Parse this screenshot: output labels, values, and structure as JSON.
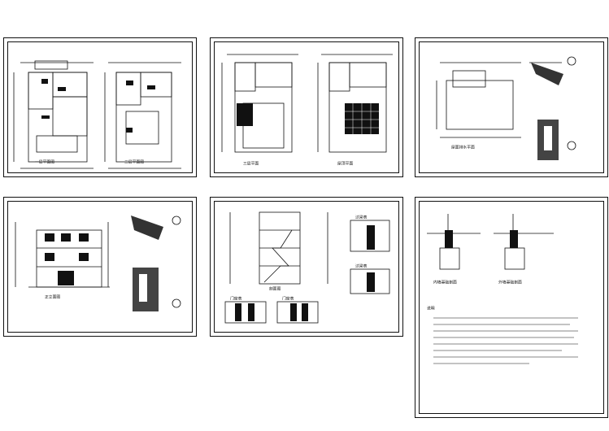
{
  "sheets": [
    {
      "id": "s1",
      "captions": [
        "一层平面图",
        "二层平面图"
      ]
    },
    {
      "id": "s2",
      "captions": [
        "三层平面",
        "屋顶平面"
      ]
    },
    {
      "id": "s3",
      "captions": [
        "屋面排水平面"
      ]
    },
    {
      "id": "s4",
      "captions": [
        "正立面图"
      ]
    },
    {
      "id": "s5",
      "captions": [
        "剖面图",
        "门窗表",
        "门窗表",
        "过梁表",
        "过梁表"
      ]
    },
    {
      "id": "s6",
      "captions": [
        "内墙基础剖面",
        "外墙基础剖面",
        "说明"
      ]
    }
  ]
}
